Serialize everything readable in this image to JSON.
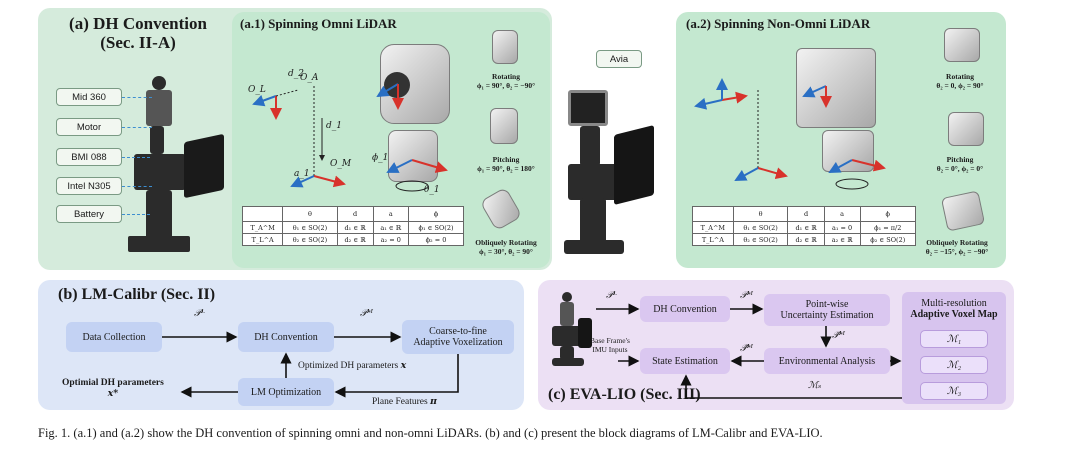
{
  "panel_a": {
    "title_line1": "(a) DH Convention",
    "title_line2": "(Sec. II-A)",
    "hardware_labels": [
      "Mid 360",
      "Motor",
      "BMI 088",
      "Intel N305",
      "Battery"
    ]
  },
  "panel_a1": {
    "title": "(a.1) Spinning Omni LiDAR",
    "axis_labels": {
      "o_l": "O_L",
      "o_a": "O_A",
      "o_m": "O_M",
      "d2": "d_2",
      "d1": "d_1",
      "a1": "a_1",
      "phi1": "ϕ_1",
      "theta1": "θ_1"
    },
    "poses": [
      {
        "name": "Rotating",
        "params": "ϕ₁ = 90°, θ₂ = −90°"
      },
      {
        "name": "Pitching",
        "params": "ϕ₁ = 90°, θ₂ = 180°"
      },
      {
        "name": "Obliquely Rotating",
        "params": "ϕ₁ = 30°, θ₂ = 90°"
      }
    ],
    "table": {
      "header": [
        "",
        "θ",
        "d",
        "a",
        "ϕ"
      ],
      "rows": [
        [
          "T_A^M",
          "θ₁ ∈ SO(2)",
          "d₁ ∈ ℝ",
          "a₁ ∈ ℝ",
          "ϕ₁ ∈ SO(2)"
        ],
        [
          "T_L^A",
          "θ₂ ∈ SO(2)",
          "d₂ ∈ ℝ",
          "a₂ = 0",
          "ϕ₂ = 0"
        ]
      ]
    }
  },
  "strip": {
    "avia_label": "Avia"
  },
  "panel_a2": {
    "title": "(a.2) Spinning Non-Omni LiDAR",
    "poses": [
      {
        "name": "Rotating",
        "params": "θ₂ = 0, ϕ₂ = 90°"
      },
      {
        "name": "Pitching",
        "params": "θ₂ = 0°, ϕ₂ = 0°"
      },
      {
        "name": "Obliquely Rotating",
        "params": "θ₂ = −15°, ϕ₂ = −90°"
      }
    ],
    "table": {
      "header": [
        "",
        "θ",
        "d",
        "a",
        "ϕ"
      ],
      "rows": [
        [
          "T_A^M",
          "θ₁ ∈ SO(2)",
          "d₁ ∈ ℝ",
          "a₁ = 0",
          "ϕ₁ = π/2"
        ],
        [
          "T_L^A",
          "θ₂ ∈ SO(2)",
          "d₂ ∈ ℝ",
          "a₂ ∈ ℝ",
          "ϕ₂ ∈ SO(2)"
        ]
      ]
    }
  },
  "panel_b": {
    "title": "(b) LM-Calibr (Sec. II)",
    "boxes": {
      "data_collection": "Data Collection",
      "dh_convention": "DH Convention",
      "voxelization_line1": "Coarse-to-fine",
      "voxelization_line2": "Adaptive Voxelization",
      "lm_optimization": "LM Optimization"
    },
    "labels": {
      "p_l": "𝒫ᴸ",
      "p_m": "𝒫ᴹ",
      "optimized_dh": "Optimized DH parameters",
      "optimized_dh_sym": "x",
      "optimal_dh": "Optimial DH parameters",
      "optimal_dh_sym": "x*",
      "plane_features": "Plane Features",
      "plane_features_sym": "π"
    }
  },
  "panel_c": {
    "title": "(c) EVA-LIO (Sec. III)",
    "boxes": {
      "dh_convention": "DH Convention",
      "uncertainty_line1": "Point-wise",
      "uncertainty_line2": "Uncertainty Estimation",
      "state_estimation": "State Estimation",
      "environmental": "Environmental Analysis",
      "map_line1": "Multi-resolution",
      "map_line2": "Adaptive Voxel Map"
    },
    "map_items": [
      "ℳ₁",
      "ℳ₂",
      "ℳ₃"
    ],
    "labels": {
      "p_l": "𝒫ᴸ",
      "p_m": "𝒫ᴹ",
      "p_m_bar": "𝒫̄ᴹ",
      "p_m_hat": "𝒫̂ᴹ",
      "imu_line1": "Base Frame's",
      "imu_line2": "IMU Inputs",
      "m_s": "ℳₛ"
    }
  },
  "caption": "Fig. 1.  (a.1) and (a.2) show the DH convention of spinning omni and non-omni LiDARs. (b) and (c) present the block diagrams of LM-Calibr and EVA-LIO.",
  "colors": {
    "arrow_red": "#d8322b",
    "arrow_blue": "#2a6fc4",
    "panel_green": "#c4e8d0",
    "panel_blue": "#dde6f7",
    "panel_purple": "#ece0f4"
  }
}
